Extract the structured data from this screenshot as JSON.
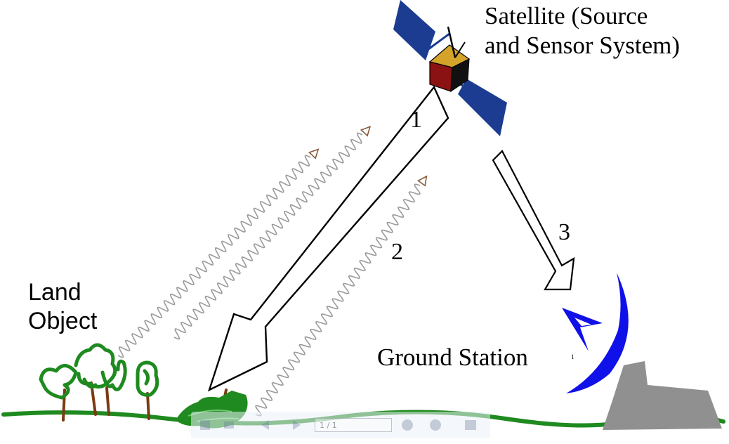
{
  "labels": {
    "satellite_line1": "Satellite (Source",
    "satellite_line2": "and Sensor System)",
    "land_line1": "Land",
    "land_line2": "Object",
    "ground_station": "Ground Station"
  },
  "arrow_numbers": {
    "one": "1",
    "two": "2",
    "three": "3",
    "small": "1"
  },
  "viewer_toolbar": {
    "page_indicator": "1 / 1"
  },
  "colors": {
    "panel_blue": "#1b3c91",
    "satellite_red": "#8b1212",
    "satellite_gold": "#d4a42a",
    "dish_blue": "#1010e8",
    "vegetation_green": "#1f8a1f",
    "trunk_brown": "#7a3b12",
    "tower_grey": "#909090",
    "wave_grey": "#9a9a9a",
    "wave_head": "#8a5a3a"
  }
}
